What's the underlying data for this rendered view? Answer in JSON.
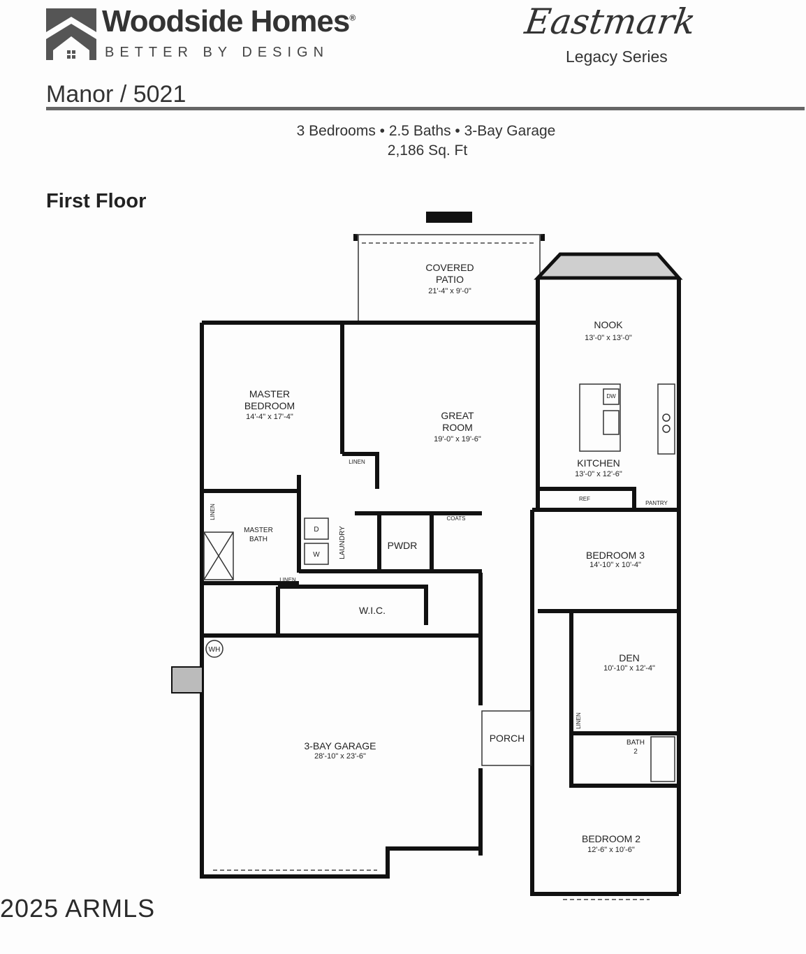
{
  "brand": {
    "name": "Woodside Homes",
    "registered": "®",
    "tagline": "BETTER BY DESIGN",
    "logo_icon": "house-roof-icon"
  },
  "community": {
    "script_name": "Eastmark",
    "series": "Legacy Series"
  },
  "plan": {
    "title": "Manor / 5021",
    "summary_line1": "3 Bedrooms • 2.5 Baths • 3-Bay Garage",
    "summary_line2": "2,186 Sq. Ft",
    "floor_label": "First Floor"
  },
  "rooms": {
    "covered_patio": {
      "name_line1": "COVERED",
      "name_line2": "PATIO",
      "dims": "21'-4\" x 9'-0\""
    },
    "nook": {
      "name": "NOOK",
      "dims": "13'-0\" x 13'-0\""
    },
    "master_bedroom": {
      "name_line1": "MASTER",
      "name_line2": "BEDROOM",
      "dims": "14'-4\" x 17'-4\""
    },
    "great_room": {
      "name_line1": "GREAT",
      "name_line2": "ROOM",
      "dims": "19'-0\" x 19'-6\""
    },
    "kitchen": {
      "name": "KITCHEN",
      "dims": "13'-0\" x 12'-6\""
    },
    "master_bath": {
      "name_line1": "MASTER",
      "name_line2": "BATH"
    },
    "laundry": {
      "name": "LAUNDRY"
    },
    "pwdr": {
      "name": "PWDR"
    },
    "coats": {
      "name": "COATS"
    },
    "bedroom_3": {
      "name": "BEDROOM 3",
      "dims": "14'-10\" x 10'-4\""
    },
    "wic": {
      "name": "W.I.C."
    },
    "den": {
      "name": "DEN",
      "dims": "10'-10\" x 12'-4\""
    },
    "garage": {
      "name": "3-BAY GARAGE",
      "dims": "28'-10\" x 23'-6\""
    },
    "porch": {
      "name": "PORCH"
    },
    "bath_2": {
      "name_line1": "BATH",
      "name_line2": "2"
    },
    "bedroom_2": {
      "name": "BEDROOM 2",
      "dims": "12'-6\" x 10'-6\""
    }
  },
  "fixtures": {
    "linen": "LINEN",
    "pantry": "PANTRY",
    "ref": "REF",
    "dw": "DW",
    "dryer": "D",
    "washer": "W",
    "water_heater": "WH"
  },
  "watermark": "2025 ARMLS"
}
